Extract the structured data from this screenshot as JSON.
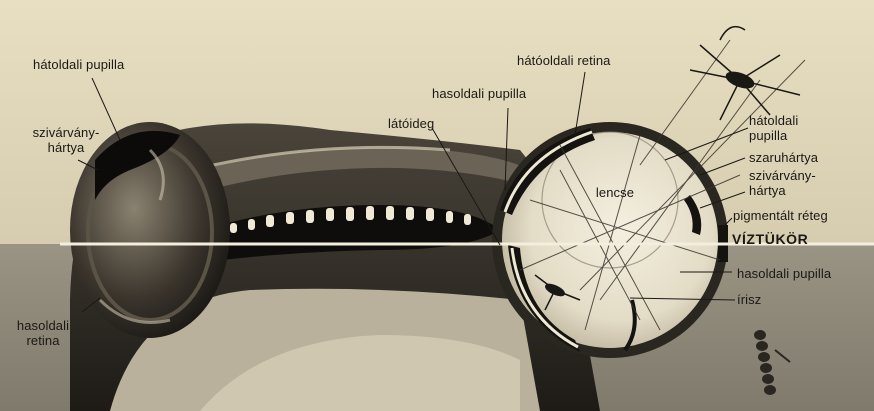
{
  "labels": {
    "hatoldali_pupilla_left": "hátoldali pupilla",
    "szivarvany_left_1": "szivárvány-",
    "szivarvany_left_2": "hártya",
    "hasoldali_retina_1": "hasoldali",
    "hasoldali_retina_2": "retina",
    "latoideg": "látóideg",
    "hasoldali_pupilla_top": "hasoldali pupilla",
    "hatooldali_retina": "hátóoldali retina",
    "hatoldali_pupilla_right_1": "hátoldali",
    "hatoldali_pupilla_right_2": "pupilla",
    "szaruhartya": "szaruhártya",
    "szivarvany_right_1": "szivárvány-",
    "szivarvany_right_2": "hártya",
    "pigmentalt_reteg": "pigmentált réteg",
    "viztukor": "VÍZTÜKÖR",
    "hasoldali_pupilla_right": "hasoldali pupilla",
    "irisz": "írisz",
    "lencse": "lencse"
  },
  "colors": {
    "background_air": "#d8cfb2",
    "water": "#8f8a7b",
    "fish_dark": "#1f1c18",
    "lens": "#efe8d4",
    "label_text": "#1a1814"
  }
}
